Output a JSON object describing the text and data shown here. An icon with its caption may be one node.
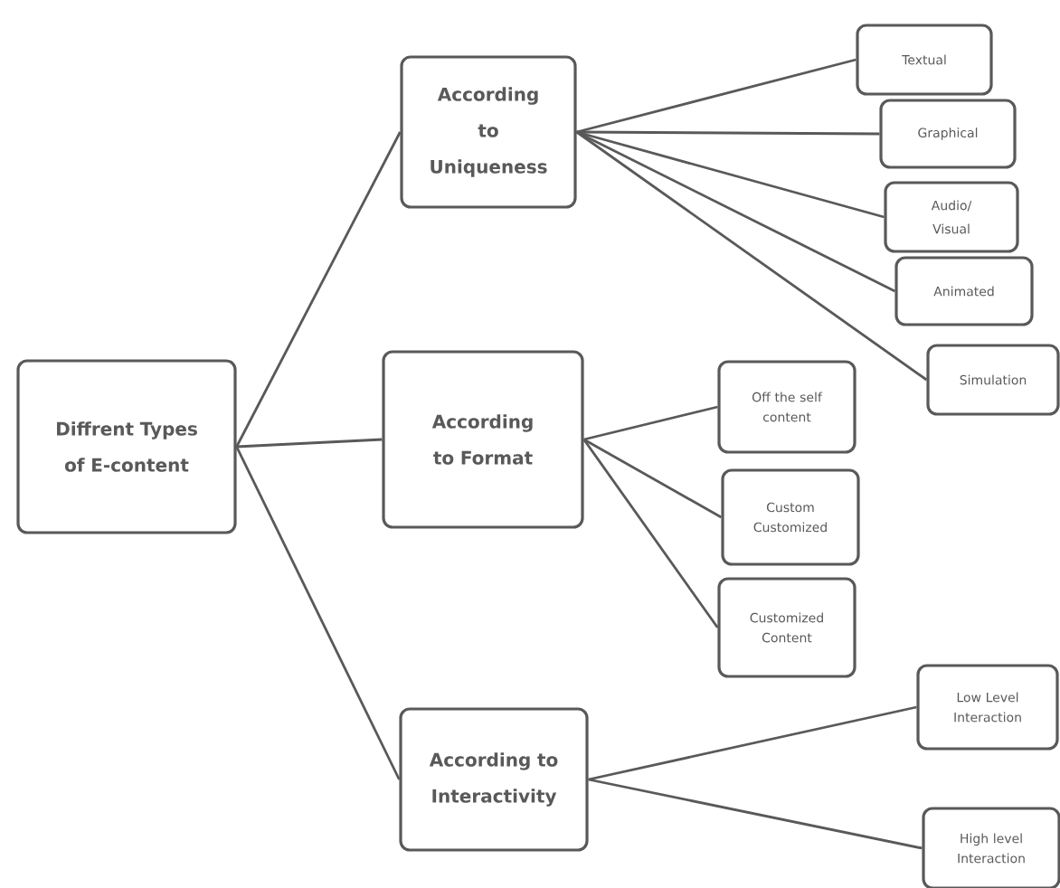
{
  "diagram": {
    "nodes": [
      {
        "text": [
          "Diffrent Types of E-content"
        ]
      },
      {
        "text": [
          "According to Uniqueness"
        ]
      },
      {
        "text": [
          "According to Format"
        ]
      },
      {
        "text": [
          "According to Interactivity"
        ]
      },
      {
        "text": [
          "Textual"
        ]
      },
      {
        "text": [
          "Graphical"
        ]
      },
      {
        "text": [
          "Audio/ Visual"
        ]
      },
      {
        "text": [
          "Animated"
        ]
      },
      {
        "text": [
          "Simulation"
        ]
      },
      {
        "text": [
          "Off the self content"
        ]
      },
      {
        "text": [
          "Custom Customized"
        ]
      },
      {
        "text": [
          "Customized Content"
        ]
      },
      {
        "text": [
          "Low Level Interaction"
        ]
      },
      {
        "text": [
          "High level Interaction"
        ]
      }
    ],
    "edges": [
      {
        "from": 0,
        "to": 1,
        "arrow": "none"
      },
      {
        "from": 0,
        "to": 2,
        "arrow": "none"
      },
      {
        "from": 0,
        "to": 3,
        "arrow": "none"
      },
      {
        "from": 1,
        "to": 4,
        "arrow": "none"
      },
      {
        "from": 1,
        "to": 5,
        "arrow": "none"
      },
      {
        "from": 1,
        "to": 6,
        "arrow": "none"
      },
      {
        "from": 1,
        "to": 7,
        "arrow": "none"
      },
      {
        "from": 1,
        "to": 8,
        "arrow": "none"
      },
      {
        "from": 2,
        "to": 9,
        "arrow": "none"
      },
      {
        "from": 2,
        "to": 10,
        "arrow": "none"
      },
      {
        "from": 2,
        "to": 11,
        "arrow": "none"
      },
      {
        "from": 3,
        "to": 12,
        "arrow": "none"
      },
      {
        "from": 3,
        "to": 13,
        "arrow": "none"
      }
    ]
  }
}
